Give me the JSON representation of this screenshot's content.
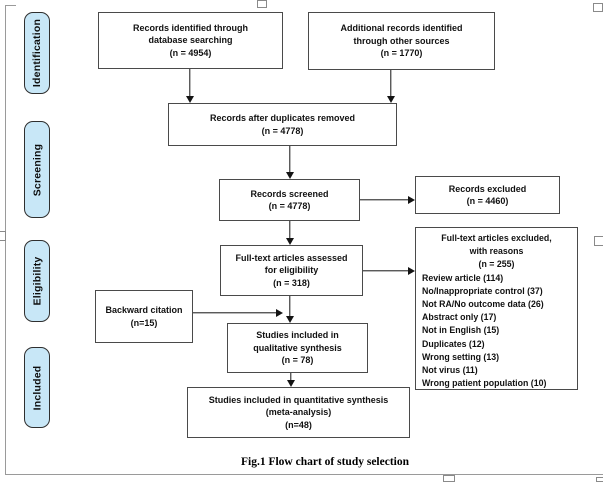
{
  "figure": {
    "caption": "Fig.1 Flow chart of study selection"
  },
  "stages": [
    {
      "label": "Identification"
    },
    {
      "label": "Screening"
    },
    {
      "label": "Eligibility"
    },
    {
      "label": "Included"
    }
  ],
  "boxes": {
    "database": {
      "lines": [
        "Records identified through",
        "database searching",
        "(n = 4954)"
      ]
    },
    "other_sources": {
      "lines": [
        "Additional records identified",
        "through other sources",
        "(n = 1770)"
      ]
    },
    "deduplicated": {
      "lines": [
        "Records after duplicates removed",
        "(n = 4778)"
      ]
    },
    "screened": {
      "lines": [
        "Records screened",
        "(n = 4778)"
      ]
    },
    "excluded": {
      "lines": [
        "Records excluded",
        "(n = 4460)"
      ]
    },
    "fulltext": {
      "lines": [
        "Full-text articles assessed",
        "for eligibility",
        "(n = 318)"
      ]
    },
    "backward_citation": {
      "lines": [
        "Backward citation",
        "(n=15)"
      ]
    },
    "fulltext_excluded": {
      "header_lines": [
        "Full-text articles excluded,",
        "with reasons",
        "(n = 255)"
      ],
      "reasons": [
        "Review article (114)",
        "No/Inappropriate control (37)",
        "Not RA/No outcome data (26)",
        "Abstract only (17)",
        "Not in English (15)",
        "Duplicates (12)",
        "Wrong setting (13)",
        "Not virus (11)",
        "Wrong patient population (10)"
      ]
    },
    "qualitative": {
      "lines": [
        "Studies included in",
        "qualitative synthesis",
        "(n = 78)"
      ]
    },
    "quantitative": {
      "lines": [
        "Studies included in quantitative synthesis",
        "(meta-analysis)",
        "(n=48)"
      ]
    }
  },
  "colors": {
    "stage_fill": "#c8e7f7",
    "box_border": "#4a4a4a",
    "arrow": "#141414",
    "frame": "#9a9a9a",
    "handle_border": "#8a8a8a"
  }
}
